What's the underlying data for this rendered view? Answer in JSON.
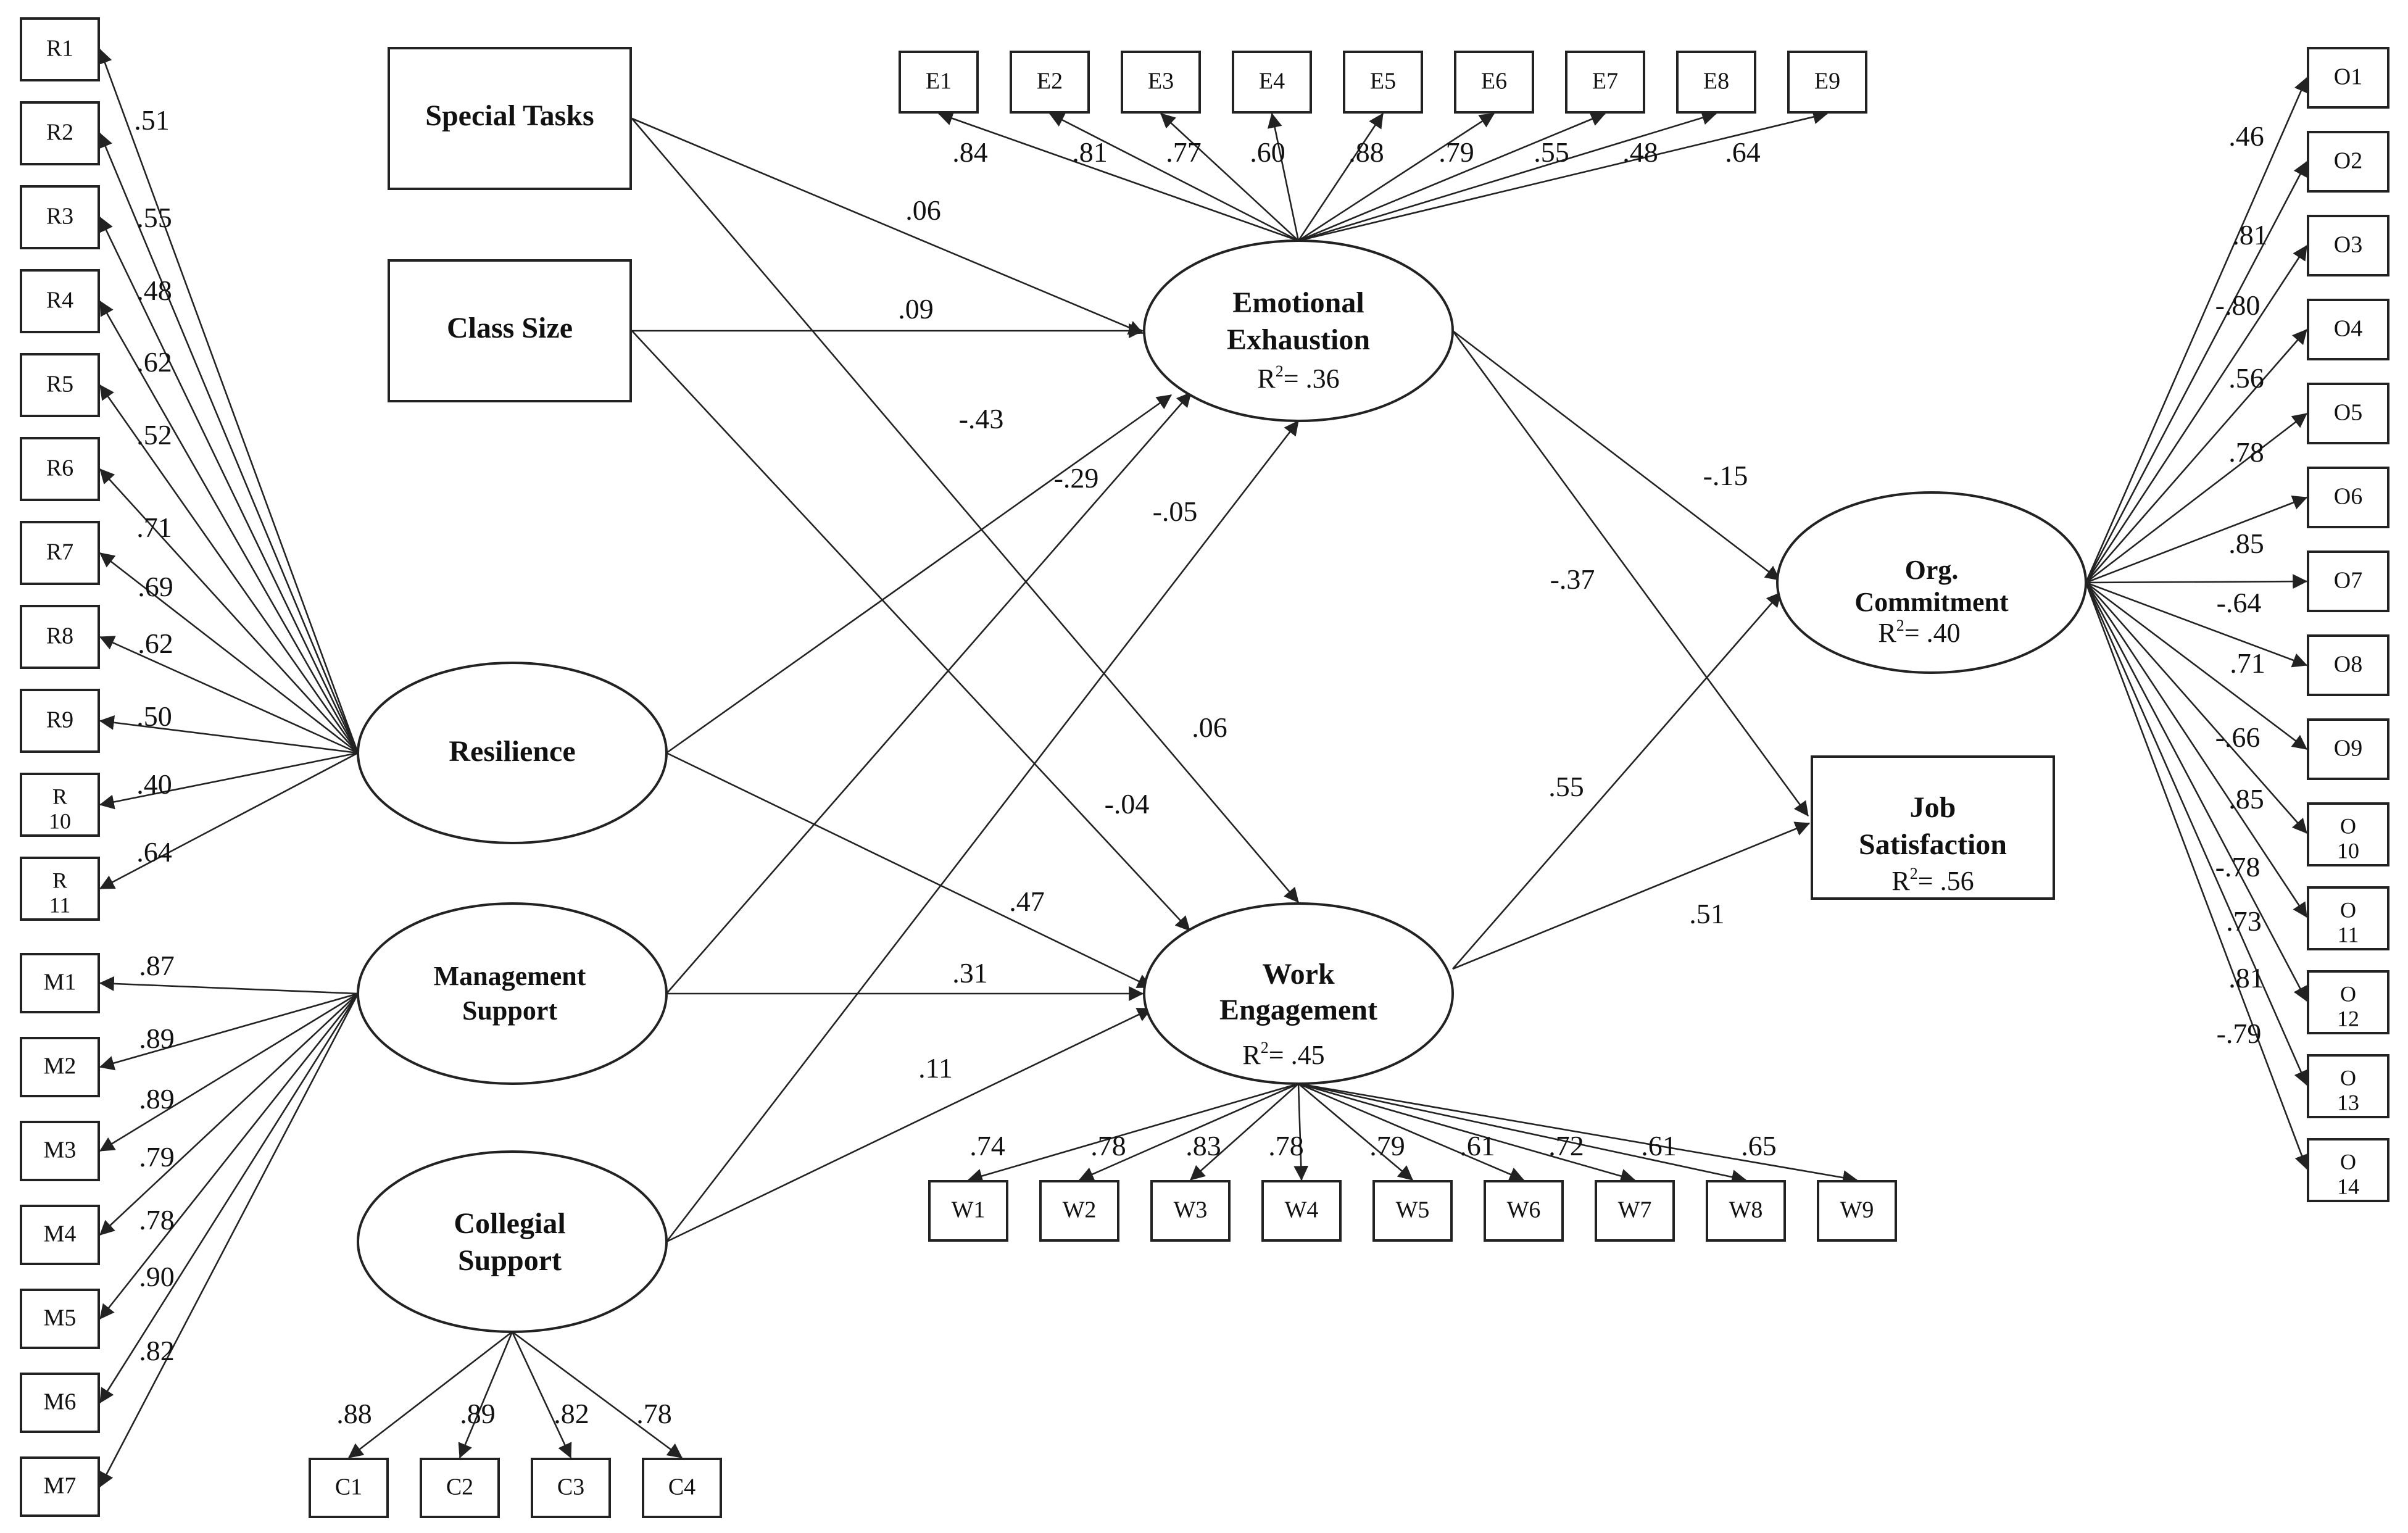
{
  "observed": {
    "special_tasks": "Special Tasks",
    "class_size": "Class Size",
    "job_satisfaction": {
      "line1": "Job",
      "line2": "Satisfaction",
      "rsq_value": "= .56"
    }
  },
  "latent": {
    "emotional_exhaustion": {
      "line1": "Emotional",
      "line2": "Exhaustion",
      "rsq_value": "= .36"
    },
    "work_engagement": {
      "line1": "Work",
      "line2": "Engagement",
      "rsq_value": "= .45"
    },
    "org_commitment": {
      "line1": "Org.",
      "line2": "Commitment",
      "rsq_value": "= .40"
    },
    "resilience": "Resilience",
    "management_support": {
      "line1": "Management",
      "line2": "Support"
    },
    "collegial_support": {
      "line1": "Collegial",
      "line2": "Support"
    }
  },
  "rsq_symbol": {
    "base": "R",
    "sup": "2"
  },
  "indicators": {
    "resilience": [
      "R1",
      "R2",
      "R3",
      "R4",
      "R5",
      "R6",
      "R7",
      "R8",
      "R9",
      "R 10",
      "R 11"
    ],
    "management": [
      "M1",
      "M2",
      "M3",
      "M4",
      "M5",
      "M6",
      "M7"
    ],
    "collegial": [
      "C1",
      "C2",
      "C3",
      "C4"
    ],
    "exhaustion": [
      "E1",
      "E2",
      "E3",
      "E4",
      "E5",
      "E6",
      "E7",
      "E8",
      "E9"
    ],
    "engagement": [
      "W1",
      "W2",
      "W3",
      "W4",
      "W5",
      "W6",
      "W7",
      "W8",
      "W9"
    ],
    "commitment": [
      "O1",
      "O2",
      "O3",
      "O4",
      "O5",
      "O6",
      "O7",
      "O8",
      "O9",
      "O 10",
      "O 11",
      "O 12",
      "O 13",
      "O 14"
    ]
  },
  "loadings": {
    "resilience": [
      ".51",
      ".55",
      ".48",
      ".62",
      ".52",
      ".71",
      ".69",
      ".62",
      ".50",
      ".40",
      ".64"
    ],
    "management": [
      ".87",
      ".89",
      ".89",
      ".79",
      ".78",
      ".90",
      ".82"
    ],
    "collegial": [
      ".88",
      ".89",
      ".82",
      ".78"
    ],
    "exhaustion": [
      ".84",
      ".81",
      ".77",
      ".60",
      ".88",
      ".79",
      ".55",
      ".48",
      ".64"
    ],
    "engagement": [
      ".74",
      ".78",
      ".83",
      ".78",
      ".79",
      ".61",
      ".72",
      ".61",
      ".65"
    ],
    "commitment": [
      ".46",
      ".81",
      "-.80",
      ".56",
      ".78",
      ".85",
      "-.64",
      ".71",
      "-.66",
      ".85",
      "-.78",
      ".73",
      ".81",
      "-.79"
    ]
  },
  "paths": {
    "special_tasks_to_exhaustion": ".06",
    "special_tasks_to_engagement": ".06",
    "class_size_to_exhaustion": ".09",
    "class_size_to_engagement": "-.04",
    "resilience_to_exhaustion": "-.43",
    "resilience_to_engagement": ".47",
    "management_to_exhaustion": "-.29",
    "management_to_engagement": ".31",
    "collegial_to_exhaustion": "-.05",
    "collegial_to_engagement": ".11",
    "exhaustion_to_commitment": "-.15",
    "exhaustion_to_satisfaction": "-.37",
    "engagement_to_commitment": ".55",
    "engagement_to_satisfaction": ".51"
  }
}
